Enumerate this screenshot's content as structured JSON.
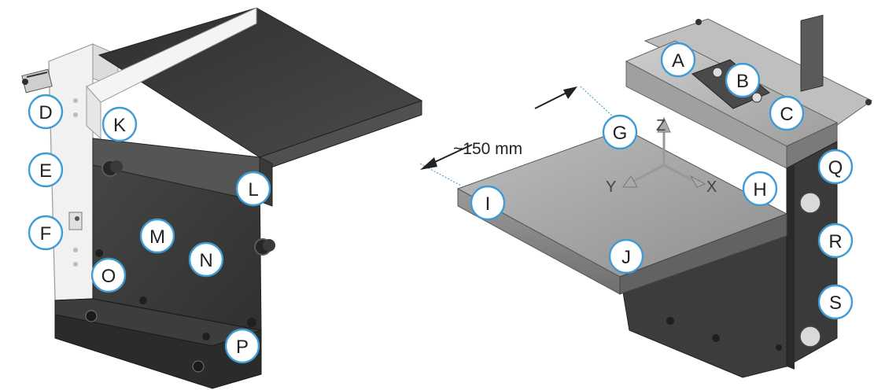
{
  "dimension": {
    "label": "~150 mm"
  },
  "axes": {
    "z": "Z",
    "y": "Y",
    "x": "X"
  },
  "callouts": {
    "A": "A",
    "B": "B",
    "C": "C",
    "D": "D",
    "E": "E",
    "F": "F",
    "G": "G",
    "H": "H",
    "I": "I",
    "J": "J",
    "K": "K",
    "L": "L",
    "M": "M",
    "N": "N",
    "O": "O",
    "P": "P",
    "Q": "Q",
    "R": "R",
    "S": "S"
  },
  "colors": {
    "callout_stroke": "#3f9bd6",
    "dark_metal": "#3c3c3c",
    "light_metal": "#a9a9a9",
    "white_plate": "#f2f2f2"
  }
}
